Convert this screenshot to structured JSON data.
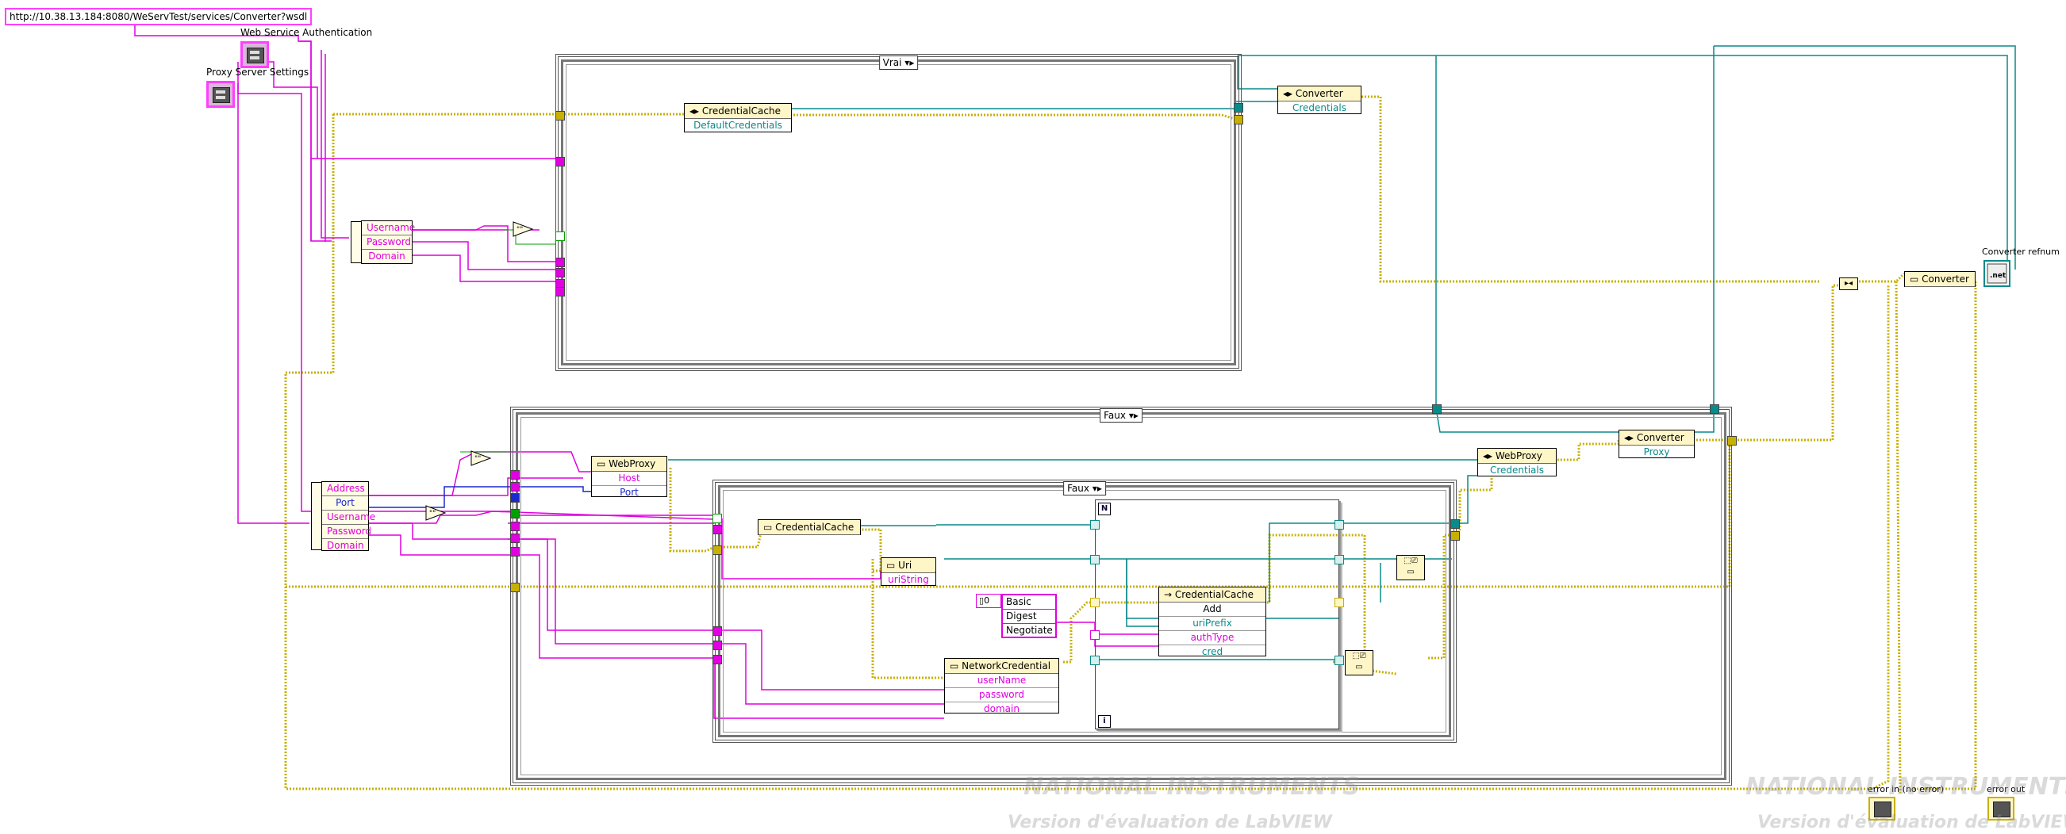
{
  "constants": {
    "wsdl_url": "http://10.38.13.184:8080/WeServTest/services/Converter?wsdl"
  },
  "controls": {
    "web_service_auth": "Web Service Authentication",
    "proxy_settings": "Proxy Server Settings"
  },
  "unbundle_auth": [
    "Username",
    "Password",
    "Domain"
  ],
  "unbundle_proxy": [
    "Address",
    "Port",
    "Username",
    "Password",
    "Domain"
  ],
  "case_true": {
    "selector": "Vrai",
    "credential_cache_node": "CredentialCache",
    "credential_cache_prop": "DefaultCredentials"
  },
  "case_false": {
    "selector": "Faux",
    "webproxy_ctor": "WebProxy",
    "webproxy_inputs": [
      "Host",
      "Port"
    ],
    "inner_selector": "Faux",
    "credential_cache_ctor": "CredentialCache",
    "uri_ctor": "Uri",
    "uri_input": "uriString",
    "network_credential": "NetworkCredential",
    "network_credential_inputs": [
      "userName",
      "password",
      "domain"
    ],
    "auth_ring": [
      "Basic",
      "Digest",
      "Negotiate"
    ],
    "ring_index": "0",
    "credential_cache_method": "CredentialCache",
    "add_method": "Add",
    "add_inputs": [
      "uriPrefix",
      "authType",
      "cred"
    ],
    "loop_n": "N",
    "loop_i": "i",
    "webproxy_prop": "WebProxy",
    "webproxy_prop_item": "Credentials",
    "converter_prop": "Converter",
    "converter_prop_item": "Proxy"
  },
  "converter_credentials": {
    "node": "Converter",
    "item": "Credentials"
  },
  "converter_ctor": "Converter",
  "indicators": {
    "converter_refnum": "Converter refnum",
    "error_in": "error in (no error)",
    "error_out": "error out"
  },
  "watermark": {
    "brand": "NATIONAL INSTRUMENTS",
    "text": "Version d'évaluation de LabVIEW"
  },
  "colors": {
    "refnum_wire": "#e000e0",
    "error_wire": "#c8b000",
    "dotnet_wire": "#0a8a8a",
    "boolean_wire": "#00a000",
    "numeric_wire": "#1a2acc"
  }
}
